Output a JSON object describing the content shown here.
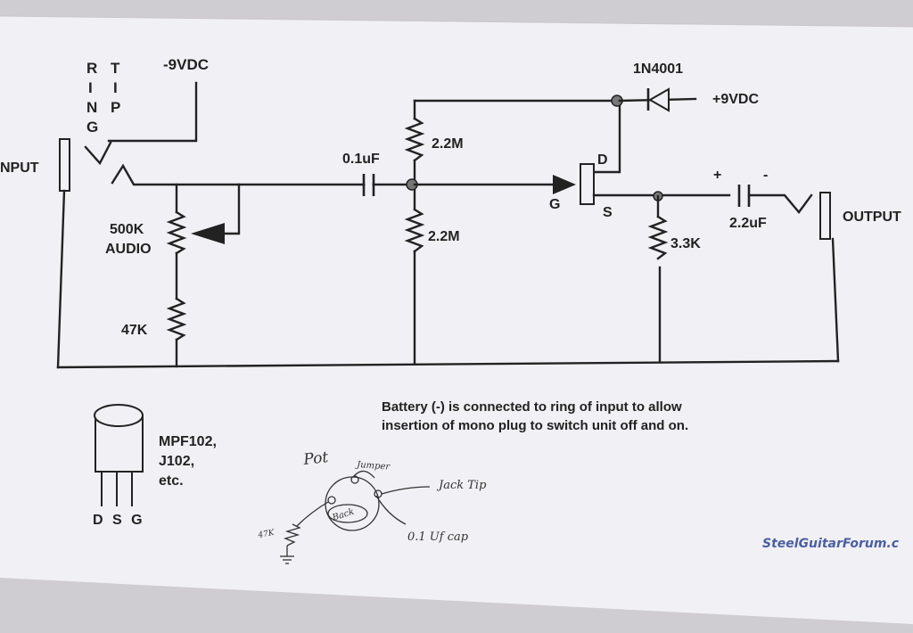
{
  "labels": {
    "ring_letters": [
      "R",
      "I",
      "N",
      "G"
    ],
    "tip_letters": [
      "T",
      "I",
      "P"
    ],
    "neg9v": "-9VDC",
    "diode": "1N4001",
    "pos9v": "+9VDC",
    "input": "NPUT",
    "cap1": "0.1uF",
    "r1": "2.2M",
    "r2": "2.2M",
    "drain": "D",
    "gate": "G",
    "source": "S",
    "plus": "+",
    "minus": "-",
    "cap2": "2.2uF",
    "output": "OUTPUT",
    "pot1": "500K",
    "pot2": "AUDIO",
    "r3": "3.3K",
    "r4": "47K",
    "battery_line1": "Battery (-) is connected to ring of input to allow",
    "battery_line2": "insertion of mono plug to switch unit off and on.",
    "part1": "MPF102,",
    "part2": "J102,",
    "part3": "etc.",
    "pins": "D S G"
  },
  "handwriting": {
    "pot": "Pot",
    "jumper": "Jumper",
    "jacktip": "Jack Tip",
    "back": "Back",
    "cap": "0.1 Uf cap",
    "r47k": "47K"
  },
  "logo": "SteelGuitarForum.c",
  "colors": {
    "paper": "#f1f0f4",
    "ink": "#222222",
    "logo": "#4a5fa0",
    "background": "#cfcdd2"
  }
}
